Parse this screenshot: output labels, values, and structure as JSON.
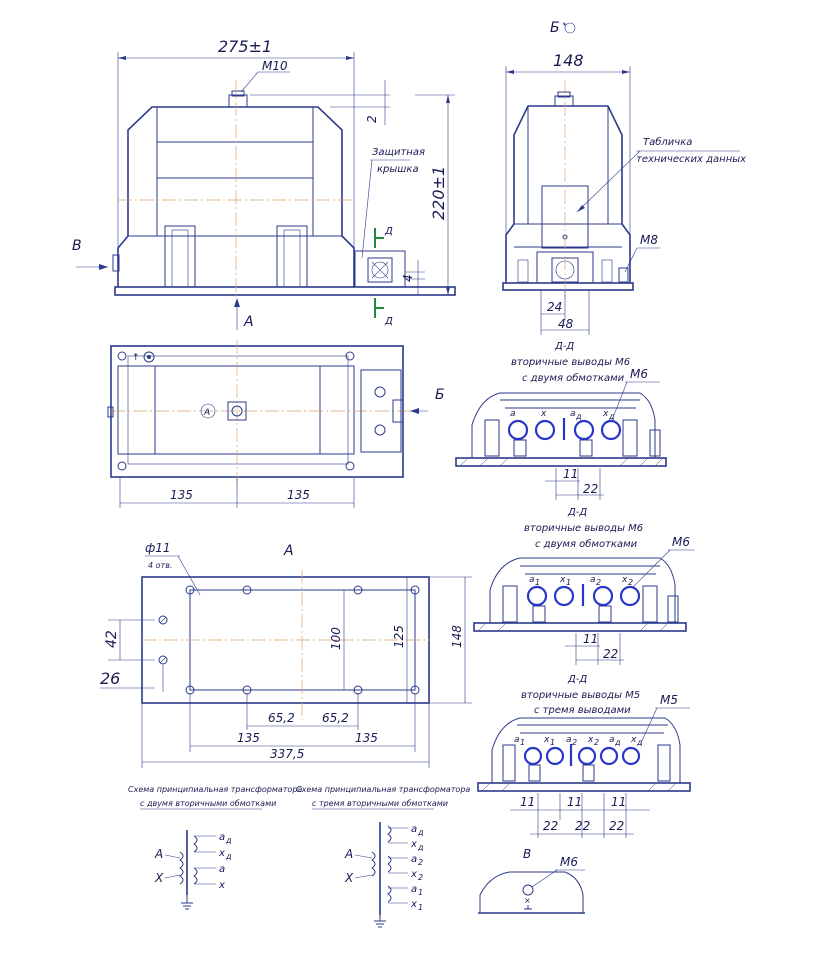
{
  "front_view": {
    "width_dim": "275±1",
    "bolt_label": "M10",
    "gap_dim": "2",
    "height_dim": "220±1",
    "cover_label_line1": "Защитная",
    "cover_label_line2": "крышка",
    "section_mark_top": "Д",
    "section_mark_bottom": "Д",
    "small_dim": "4",
    "arrow_B": "В",
    "arrow_A": "А"
  },
  "side_view": {
    "title": "Б",
    "width_dim": "148",
    "plate_label_line1": "Табличка",
    "plate_label_line2": "технических данных",
    "ground_label": "M8",
    "dim_24": "24",
    "dim_48": "48"
  },
  "top_view": {
    "arrow_B": "Б",
    "dim_left": "135",
    "dim_right": "135",
    "center_mark": "А"
  },
  "section_1": {
    "title_line1": "Д-Д",
    "title_line2": "вторичные выводы М6",
    "title_line3": "с двумя обмотками",
    "bolt_label": "M6",
    "terminals": [
      "a",
      "x",
      "a",
      "x"
    ],
    "terminal_subs": [
      "",
      "",
      "д",
      "д"
    ],
    "dim_11": "11",
    "dim_22": "22"
  },
  "section_2": {
    "title_line1": "Д-Д",
    "title_line2": "вторичные выводы М6",
    "title_line3": "с двумя обмотками",
    "bolt_label": "M6",
    "terminals": [
      "a",
      "x",
      "a",
      "x"
    ],
    "terminal_subs": [
      "1",
      "1",
      "2",
      "2"
    ],
    "dim_11": "11",
    "dim_22": "22"
  },
  "section_3": {
    "title_line1": "Д-Д",
    "title_line2": "вторичные выводы М5",
    "title_line3": "с тремя выводами",
    "bolt_label": "M5",
    "terminals": [
      "a",
      "x",
      "a",
      "x",
      "a",
      "x"
    ],
    "terminal_subs": [
      "1",
      "1",
      "2",
      "2",
      "д",
      "д"
    ],
    "dims_11": [
      "11",
      "11",
      "11"
    ],
    "dims_22": [
      "22",
      "22",
      "22"
    ]
  },
  "base_view": {
    "title": "А",
    "hole_label": "ф11",
    "hole_count": "4 отв.",
    "dim_42": "42",
    "dim_26": "26",
    "dim_100": "100",
    "dim_125": "125",
    "dim_148": "148",
    "dim_65_left": "65,2",
    "dim_65_right": "65,2",
    "dim_135_left": "135",
    "dim_135_right": "135",
    "dim_337": "337,5"
  },
  "schematic_1": {
    "caption_line1": "Схема принципиальная трансформатора",
    "caption_line2": "с двумя вторичными обмотками",
    "primary_A": "А",
    "primary_X": "Х",
    "labels": [
      "a",
      "x",
      "a",
      "x"
    ],
    "subs": [
      "д",
      "д",
      "",
      ""
    ]
  },
  "schematic_2": {
    "caption_line1": "Схема принципиальная трансформатора",
    "caption_line2": "с тремя вторичными обмотками",
    "primary_A": "А",
    "primary_X": "Х",
    "labels": [
      "a",
      "x",
      "a",
      "x",
      "a",
      "x"
    ],
    "subs": [
      "д",
      "д",
      "2",
      "2",
      "1",
      "1"
    ]
  },
  "view_B": {
    "title": "В",
    "bolt_label": "M6"
  }
}
